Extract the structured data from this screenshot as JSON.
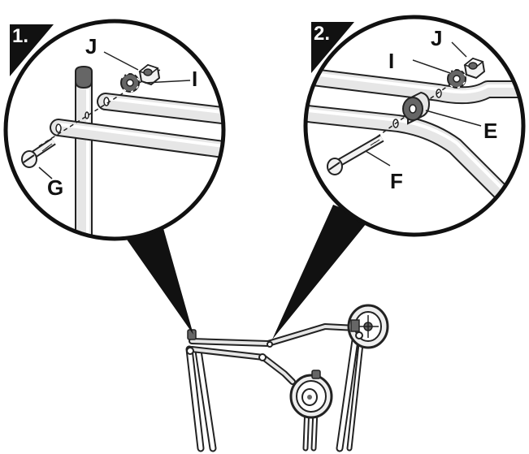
{
  "steps": [
    {
      "number": "1.",
      "labels": [
        "J",
        "I",
        "G"
      ]
    },
    {
      "number": "2.",
      "labels": [
        "J",
        "I",
        "E",
        "F"
      ]
    }
  ],
  "colors": {
    "ink": "#222222",
    "tube": "#e6e6e6",
    "cap": "#666666",
    "bolt": "#f2f2f2"
  }
}
